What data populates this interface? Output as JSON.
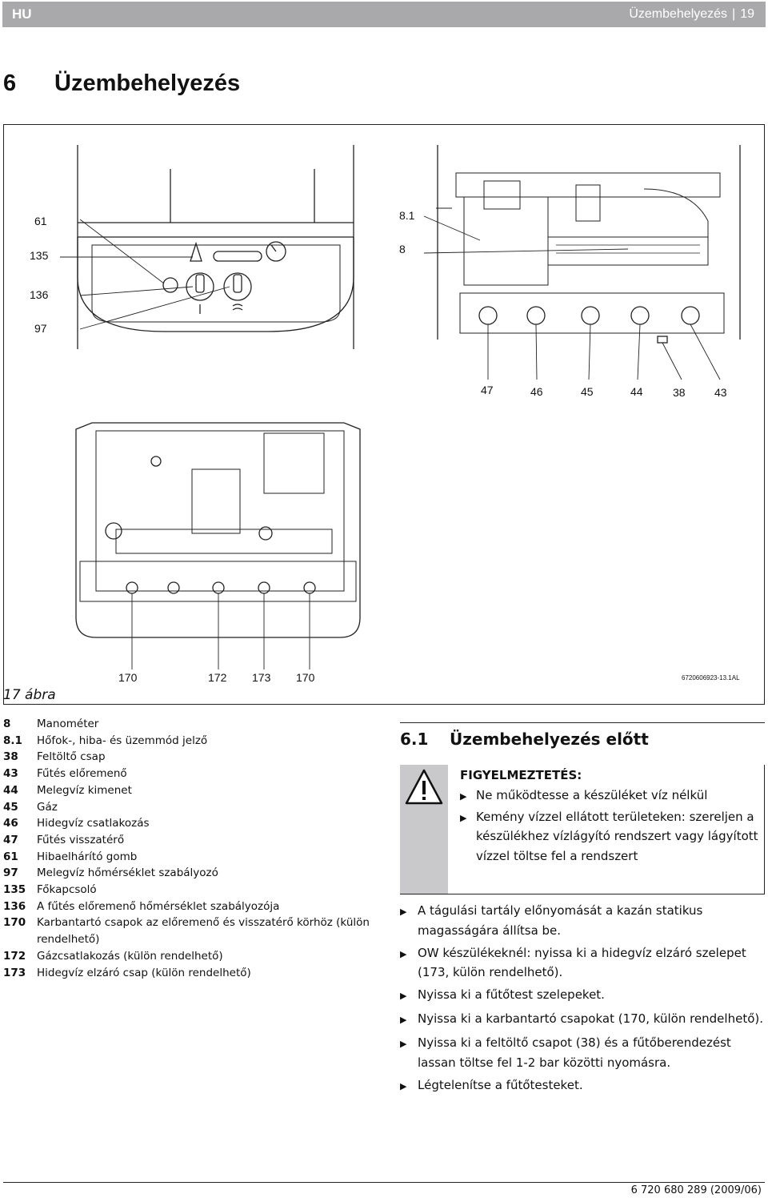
{
  "header": {
    "lang": "HU",
    "title": "Üzembehelyezés",
    "page": "19"
  },
  "chapter": {
    "number": "6",
    "title": "Üzembehelyezés"
  },
  "figure": {
    "caption": "17 ábra",
    "code": "6720606923-13.1AL",
    "labels": {
      "l61": "61",
      "l135": "135",
      "l136": "136",
      "l97": "97",
      "l81": "8.1",
      "l8": "8",
      "l47": "47",
      "l46": "46",
      "l45": "45",
      "l44": "44",
      "l38": "38",
      "l43": "43",
      "l170a": "170",
      "l172": "172",
      "l173": "173",
      "l170b": "170"
    }
  },
  "legend": [
    {
      "num": "8",
      "text": "Manométer"
    },
    {
      "num": "8.1",
      "text": "Hőfok-, hiba- és üzemmód jelző"
    },
    {
      "num": "38",
      "text": "Feltöltő csap"
    },
    {
      "num": "43",
      "text": "Fűtés előremenő"
    },
    {
      "num": "44",
      "text": "Melegvíz kimenet"
    },
    {
      "num": "45",
      "text": "Gáz"
    },
    {
      "num": "46",
      "text": "Hidegvíz csatlakozás"
    },
    {
      "num": "47",
      "text": "Fűtés visszatérő"
    },
    {
      "num": "61",
      "text": "Hibaelhárító gomb"
    },
    {
      "num": "97",
      "text": "Melegvíz hőmérséklet szabályozó"
    },
    {
      "num": "135",
      "text": "Főkapcsoló"
    },
    {
      "num": "136",
      "text": "A fűtés előremenő hőmérséklet szabályozója"
    },
    {
      "num": "170",
      "text": "Karbantartó csapok az előremenő és visszatérő körhöz (külön rendelhető)"
    },
    {
      "num": "172",
      "text": "Gázcsatlakozás (külön rendelhető)"
    },
    {
      "num": "173",
      "text": "Hidegvíz elzáró csap (külön rendelhető)"
    }
  ],
  "section": {
    "number": "6.1",
    "title": "Üzembehelyezés előtt"
  },
  "warning": {
    "title": "FIGYELMEZTETÉS:",
    "items": [
      "Ne működtesse a készüléket víz nélkül",
      "Kemény vízzel ellátott területeken: szereljen a készülékhez vízlágyító rendszert vagy lágyított vízzel töltse fel a rendszert"
    ]
  },
  "steps": [
    "A tágulási tartály előnyomását a kazán statikus magasságára állítsa be.",
    "OW készülékeknél: nyissa ki a hidegvíz elzáró szelepet (173, külön rendelhető).",
    "Nyissa ki a fűtőtest szelepeket.",
    "Nyissa ki a karbantartó csapokat (170, külön rendelhető).",
    "Nyissa ki a feltöltő csapot (38) és a fűtőberendezést lassan töltse fel 1-2 bar közötti nyomásra.",
    "Légtelenítse a fűtőtesteket."
  ],
  "footer": {
    "doc": "6 720 680 289 (2009/06)"
  }
}
